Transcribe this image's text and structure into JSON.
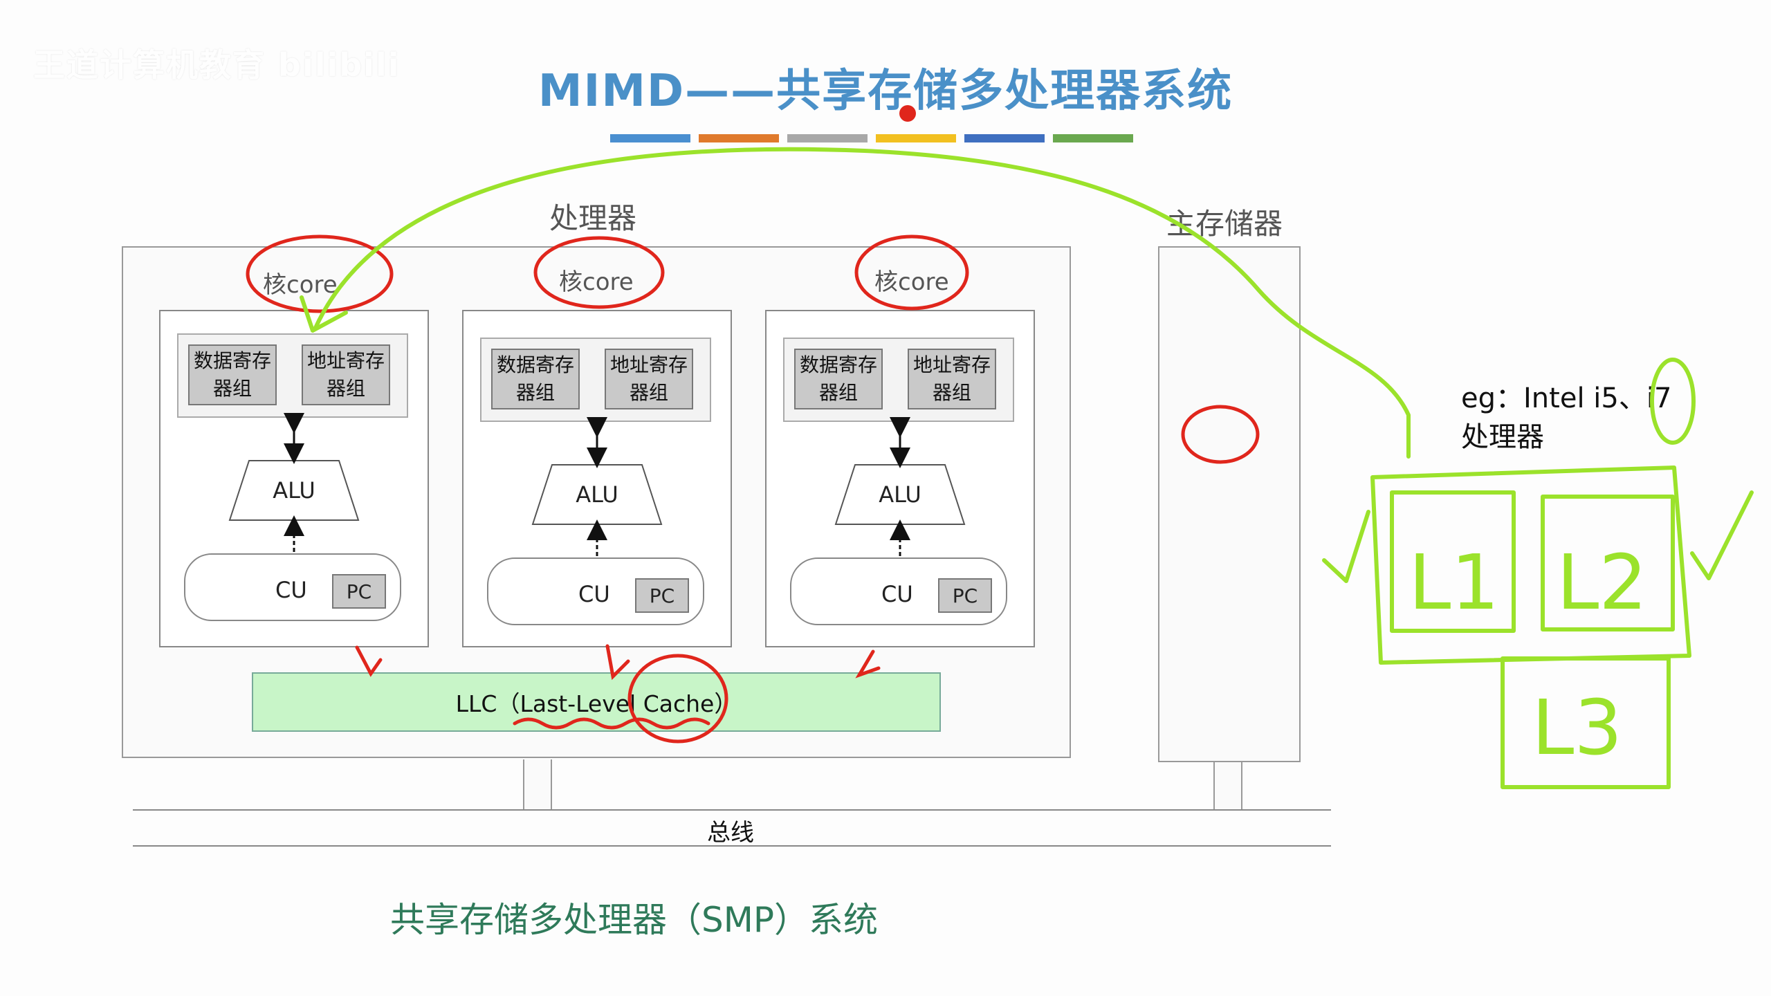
{
  "watermark": "王道计算机教育 bilibili",
  "title": "MIMD——共享存储多处理器系统",
  "color_bars": [
    "#4a8fd0",
    "#e07a2c",
    "#a8a8a8",
    "#f2c020",
    "#3f6fc0",
    "#6aa84f"
  ],
  "processor_label": "处理器",
  "memory_label": "主存储器",
  "cores": [
    {
      "label": "核core",
      "data_reg": "数据寄存器组",
      "addr_reg": "地址寄存器组",
      "alu": "ALU",
      "cu": "CU",
      "pc": "PC"
    },
    {
      "label": "核core",
      "data_reg": "数据寄存器组",
      "addr_reg": "地址寄存器组",
      "alu": "ALU",
      "cu": "CU",
      "pc": "PC"
    },
    {
      "label": "核core",
      "data_reg": "数据寄存器组",
      "addr_reg": "地址寄存器组",
      "alu": "ALU",
      "cu": "CU",
      "pc": "PC"
    }
  ],
  "llc": "LLC（Last-Level Cache）",
  "bus_label": "总线",
  "bottom_title": "共享存储多处理器（SMP）系统",
  "annotation": {
    "eg_line1": "eg：Intel i5、i7",
    "eg_line2": "处理器",
    "cache_levels": [
      "L1",
      "L2",
      "L3"
    ]
  },
  "colors": {
    "title": "#4a90c8",
    "llc_fill": "#c8f5c8",
    "annotation_green": "#9be22b",
    "annotation_red": "#e0261c"
  }
}
